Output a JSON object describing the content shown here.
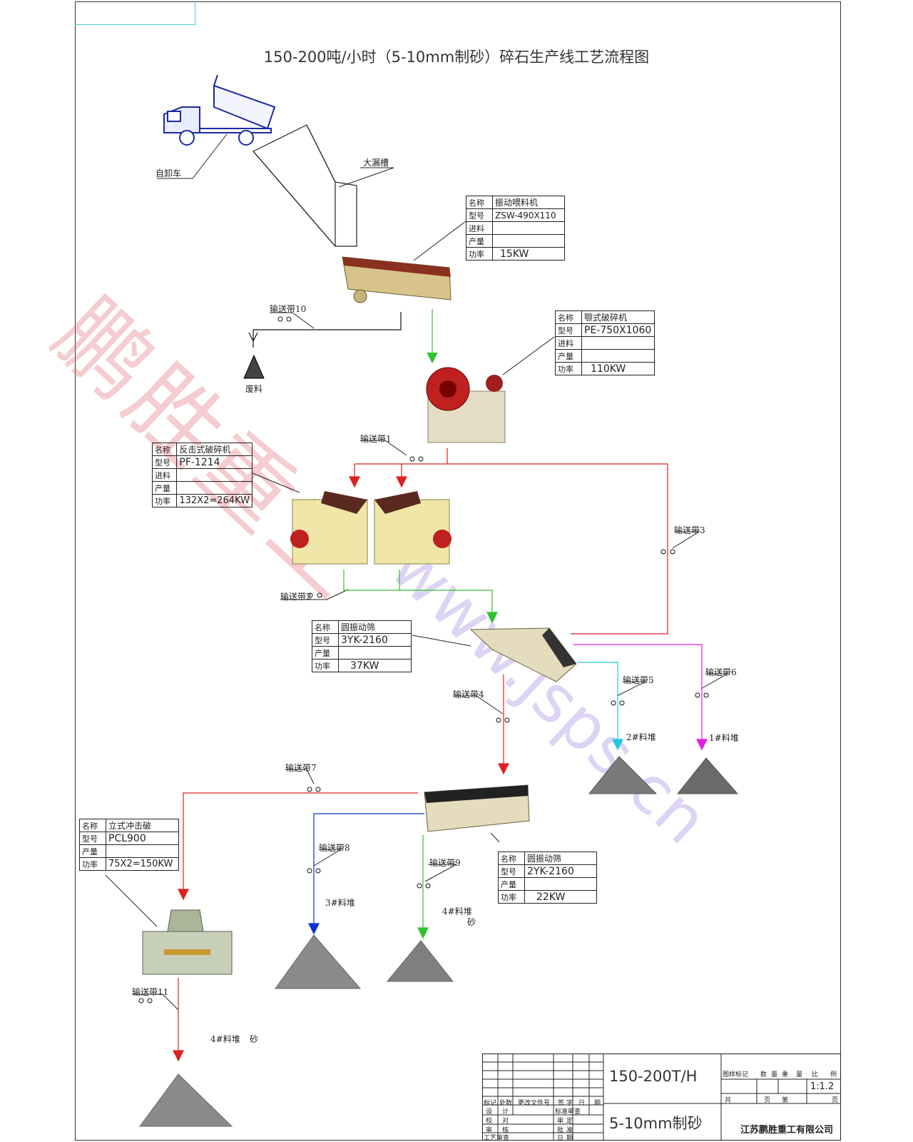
{
  "title": "150-200吨/小时（5-10mm制砂）碎石生产线工艺流程图",
  "watermark": {
    "chinese": "鹏胜重工",
    "url": "www.jsps.cn"
  },
  "labels": {
    "truck": "自卸车",
    "hopper": "大漏槽",
    "waste": "废料",
    "belt1": "输送带1",
    "belt2": "输送带2",
    "belt3": "输送带3",
    "belt4": "输送带4",
    "belt5": "输送带5",
    "belt6": "输送带6",
    "belt7": "输送带7",
    "belt8": "输送带8",
    "belt9": "输送带9",
    "belt10": "输送带10",
    "belt11": "输送带11",
    "pile1": "1#料堆",
    "pile2": "2#料堆",
    "pile3": "3#料堆",
    "pile4a": "4#料堆",
    "pile4a_suffix": "砂",
    "pile4b": "4#料堆",
    "pile4b_suffix": "砂"
  },
  "spec_keys": {
    "name": "名称",
    "model": "型号",
    "feed": "进料",
    "output": "产量",
    "power": "功率"
  },
  "feeder": {
    "name": "振动喂料机",
    "model": "ZSW-490X110",
    "feed": "",
    "output": "",
    "power": "15KW"
  },
  "jaw": {
    "name": "颚式破碎机",
    "model": "PE-750X1060",
    "feed": "",
    "output": "",
    "power": "110KW"
  },
  "impact": {
    "name": "反击式破碎机",
    "model": "PF-1214",
    "feed": "",
    "output": "",
    "power": "132X2=264KW"
  },
  "screen1": {
    "name": "圆振动筛",
    "model": "3YK-2160",
    "output": "",
    "power": "37KW"
  },
  "screen2": {
    "name": "圆振动筛",
    "model": "2YK-2160",
    "output": "",
    "power": "22KW"
  },
  "vsi": {
    "name": "立式冲击破",
    "model": "PCL900",
    "output": "",
    "power": "75X2=150KW"
  },
  "title_block": {
    "spec_line1": "150-200T/H",
    "spec_line2": "5-10mm制砂",
    "scale": "1:1.2",
    "company": "江苏鹏胜重工有限公司",
    "headers": [
      "图样标记",
      "数",
      "量",
      "重",
      "量",
      "比",
      "例"
    ],
    "left_headers": [
      "标记",
      "处数",
      "更改文件号",
      "签",
      "字",
      "日",
      "期"
    ],
    "roles": [
      "设",
      "计",
      "校",
      "对",
      "审",
      "核",
      "工艺审查"
    ],
    "roles2": [
      "标准审查",
      "审",
      "定",
      "批",
      "准",
      "日",
      "期"
    ],
    "sheet": [
      "共",
      "页",
      "第",
      "页"
    ]
  },
  "colors": {
    "red": "#e02020",
    "green": "#30c030",
    "black": "#111111",
    "cyan": "#20c8e0",
    "magenta": "#e020e0",
    "blue": "#1030d0"
  }
}
